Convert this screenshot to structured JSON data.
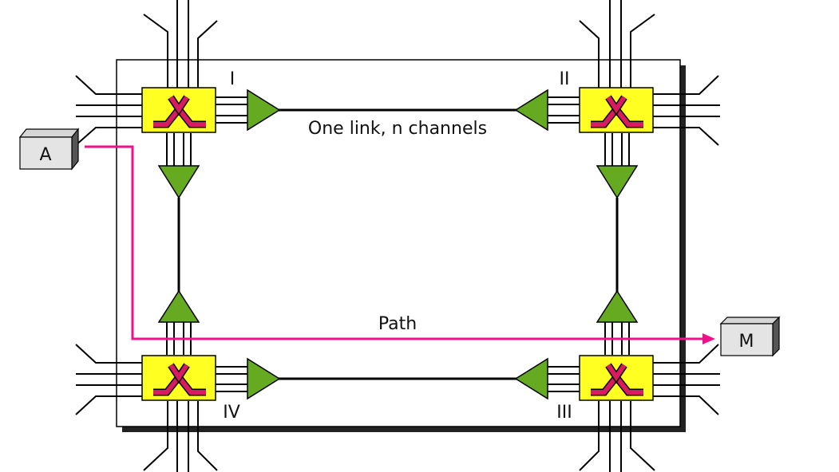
{
  "labels": {
    "switch_1": "I",
    "switch_2": "II",
    "switch_3": "III",
    "switch_4": "IV",
    "link_label": "One link, n channels",
    "path_label": "Path",
    "device_a": "A",
    "device_m": "M"
  },
  "colors": {
    "switch_fill": "#ffff22",
    "switch_symbol": "#d81b60",
    "arrow_fill": "#66aa22",
    "path": "#ee1188",
    "line": "#000000",
    "device_fill": "#e4e4e4"
  }
}
